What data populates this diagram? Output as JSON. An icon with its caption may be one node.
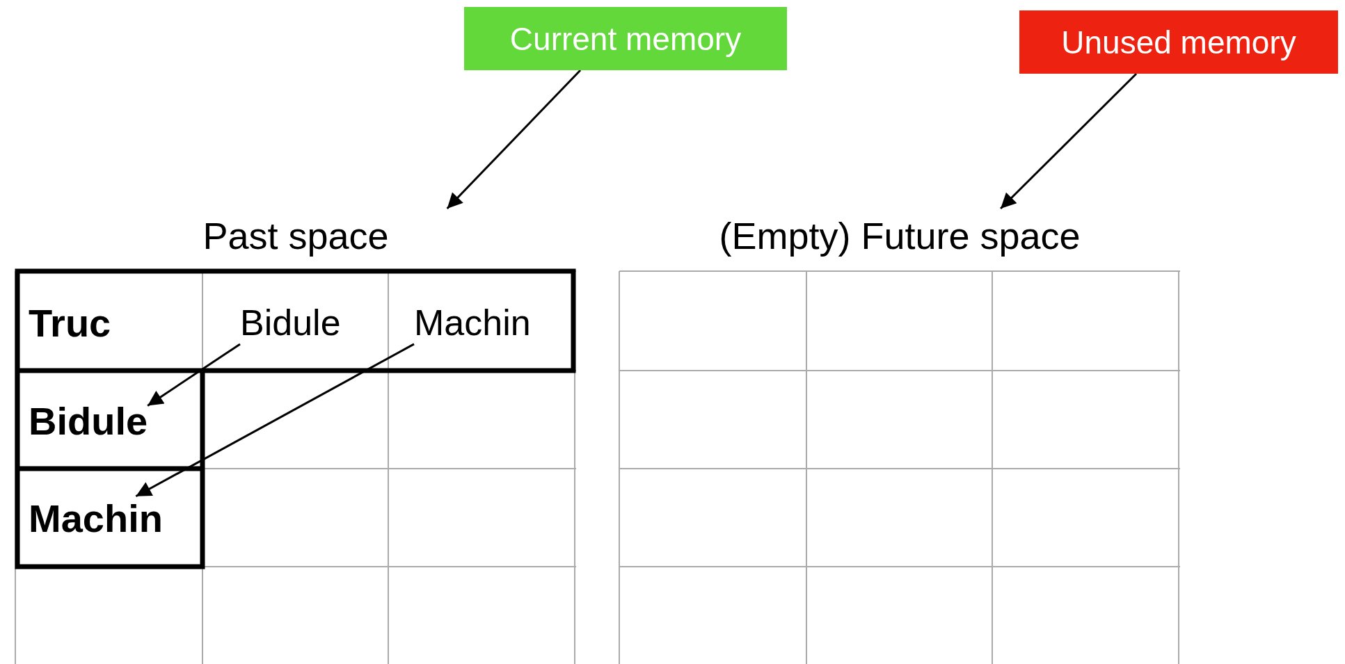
{
  "diagram": {
    "nodes": [
      {
        "text": [
          "Current memory"
        ]
      },
      {
        "text": [
          "Unused memory"
        ]
      },
      {
        "text": [
          "Past space"
        ]
      },
      {
        "text": [
          "(Empty) Future space"
        ]
      },
      {
        "text": [
          "Truc"
        ],
        "in": 2
      },
      {
        "text": [
          "Bidule"
        ],
        "in": 2
      },
      {
        "text": [
          "Machin"
        ],
        "in": 2
      },
      {
        "text": [
          "Bidule"
        ],
        "in": 2
      },
      {
        "text": [
          "Machin"
        ],
        "in": 2
      }
    ],
    "edges": [
      {
        "from": 0,
        "to": 2,
        "arrow": "to"
      },
      {
        "from": 1,
        "to": 3,
        "arrow": "to"
      },
      {
        "from": 5,
        "to": 7,
        "arrow": "to"
      },
      {
        "from": 6,
        "to": 8,
        "arrow": "to"
      }
    ]
  }
}
